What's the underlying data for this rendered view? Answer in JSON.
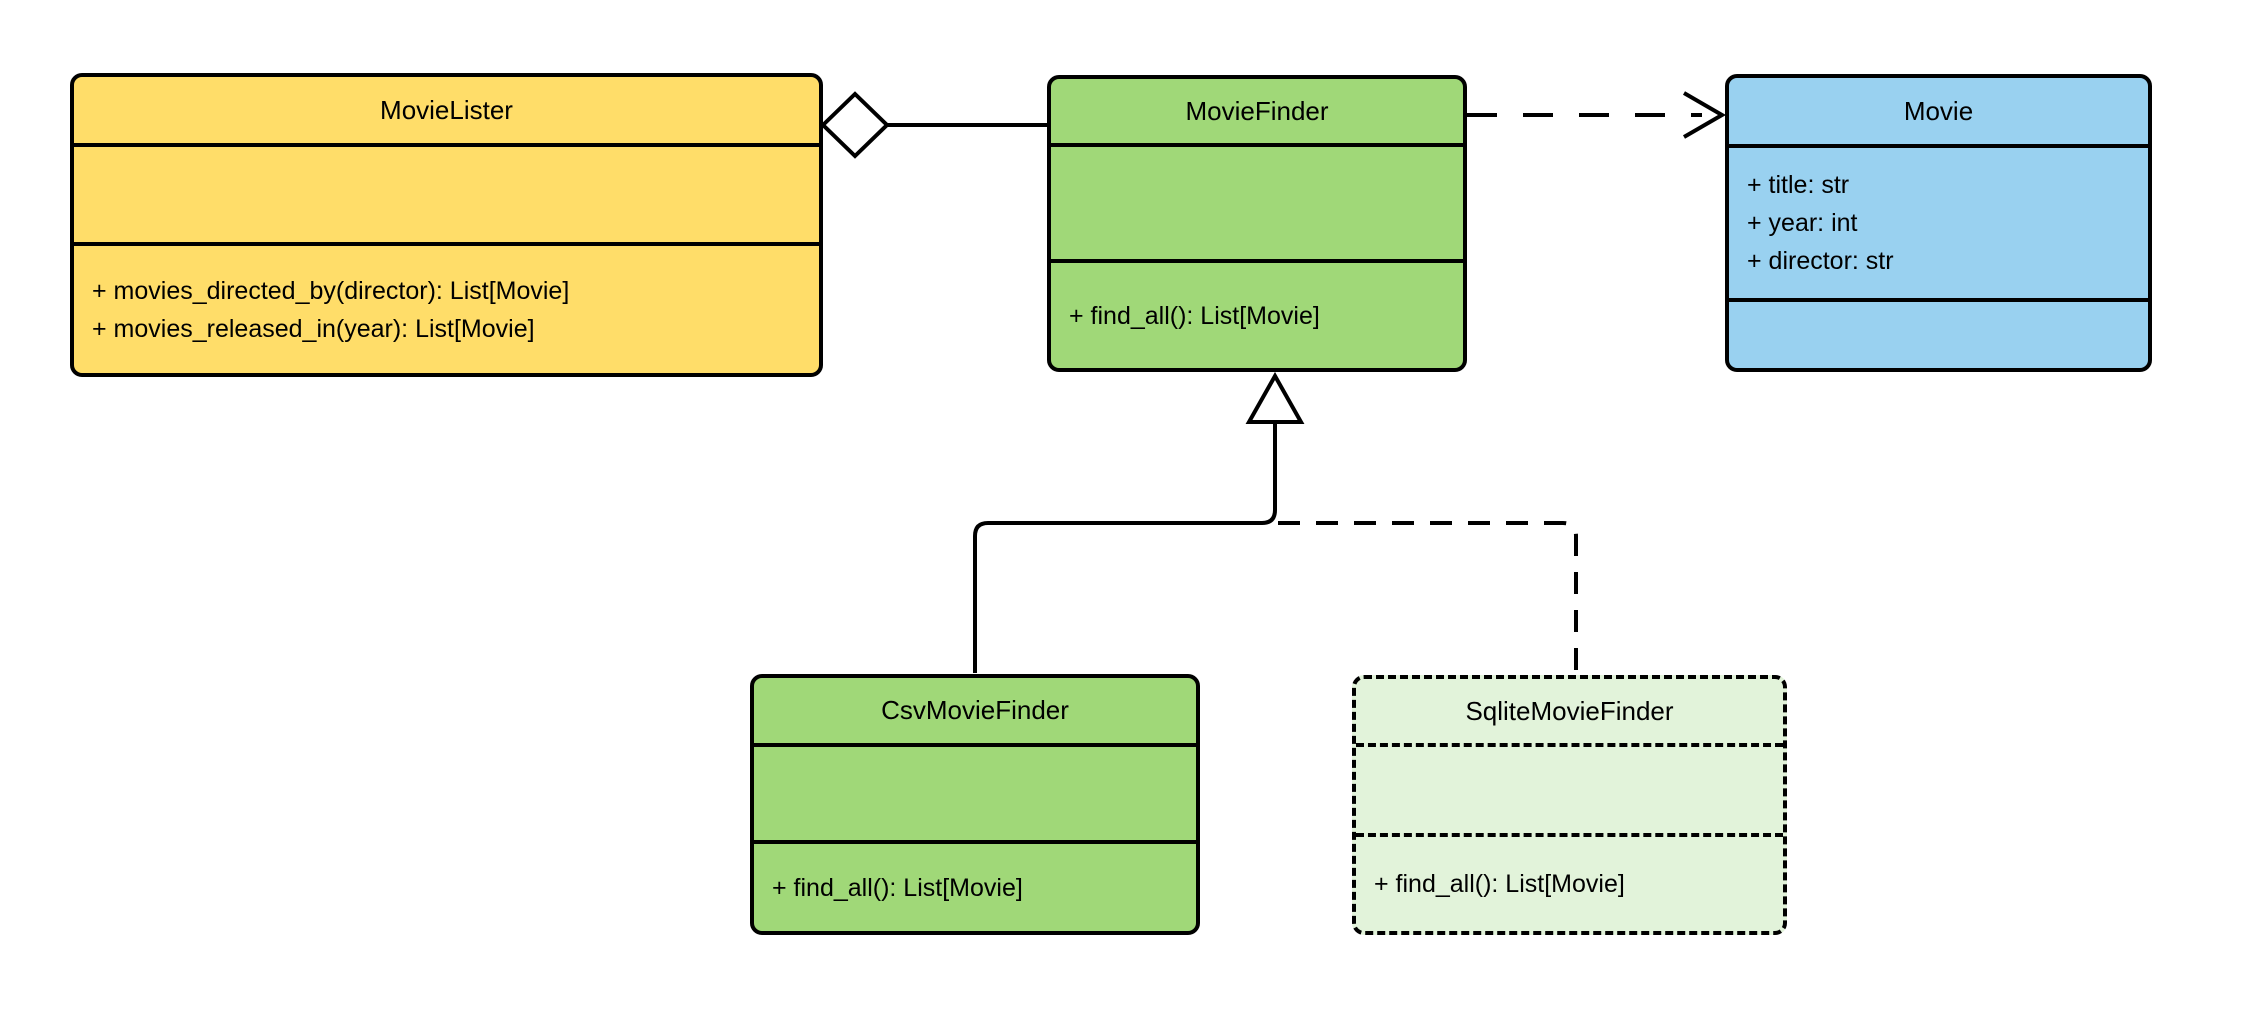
{
  "diagram": {
    "background": "#FFFFFF",
    "stroke_color": "#000000",
    "classes": [
      {
        "name": "MovieLister",
        "fill": "#FFDD69",
        "border_style": "solid",
        "attributes": [],
        "methods": [
          "+ movies_directed_by(director): List[Movie]",
          "+ movies_released_in(year): List[Movie]"
        ]
      },
      {
        "name": "MovieFinder",
        "fill": "#A0D878",
        "border_style": "solid",
        "attributes": [],
        "methods": [
          "+ find_all(): List[Movie]"
        ]
      },
      {
        "name": "Movie",
        "fill": "#99D1F0",
        "border_style": "solid",
        "attributes": [
          "+ title: str",
          "+ year: int",
          "+ director: str"
        ],
        "methods": []
      },
      {
        "name": "CsvMovieFinder",
        "fill": "#A0D878",
        "border_style": "solid",
        "attributes": [],
        "methods": [
          "+ find_all(): List[Movie]"
        ]
      },
      {
        "name": "SqliteMovieFinder",
        "fill": "#E2F3DA",
        "border_style": "dashed",
        "attributes": [],
        "methods": [
          "+ find_all(): List[Movie]"
        ]
      }
    ],
    "relationships": [
      {
        "type": "aggregation",
        "from": "MovieLister",
        "to": "MovieFinder",
        "line": "solid",
        "marker": "hollow-diamond"
      },
      {
        "type": "dependency",
        "from": "MovieFinder",
        "to": "Movie",
        "line": "dashed",
        "marker": "open-arrow"
      },
      {
        "type": "generalization",
        "from": "CsvMovieFinder",
        "to": "MovieFinder",
        "line": "solid",
        "marker": "hollow-triangle"
      },
      {
        "type": "generalization",
        "from": "SqliteMovieFinder",
        "to": "MovieFinder",
        "line": "dashed",
        "marker": "hollow-triangle"
      }
    ]
  }
}
